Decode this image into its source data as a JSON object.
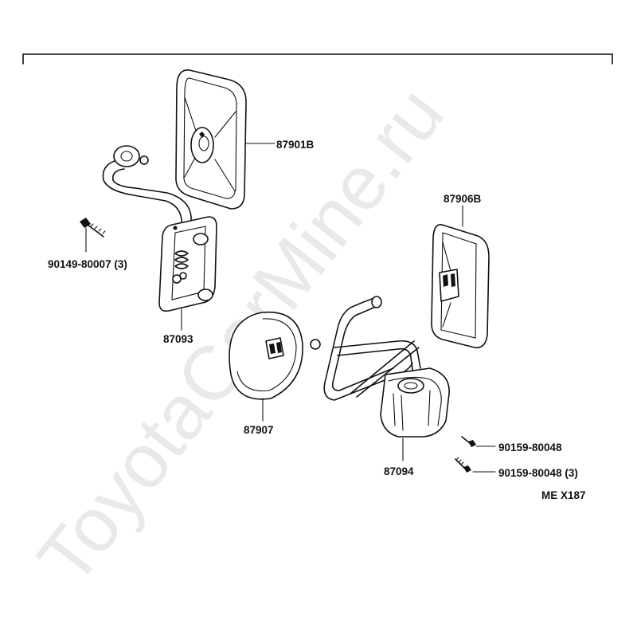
{
  "watermark": "ToyotaCarMine.ru",
  "reference_code": "ME X187",
  "parts": [
    {
      "number": "87901B",
      "description": "mirror-head-rectangular"
    },
    {
      "number": "90149-80007 (3)",
      "description": "screw"
    },
    {
      "number": "87093",
      "description": "mirror-bracket"
    },
    {
      "number": "87906B",
      "description": "mirror-head-small"
    },
    {
      "number": "87907",
      "description": "round-mirror"
    },
    {
      "number": "87094",
      "description": "mirror-stay-bracket"
    },
    {
      "number": "90159-80048",
      "description": "screw"
    },
    {
      "number": "90159-80048 (3)",
      "description": "screw"
    }
  ]
}
